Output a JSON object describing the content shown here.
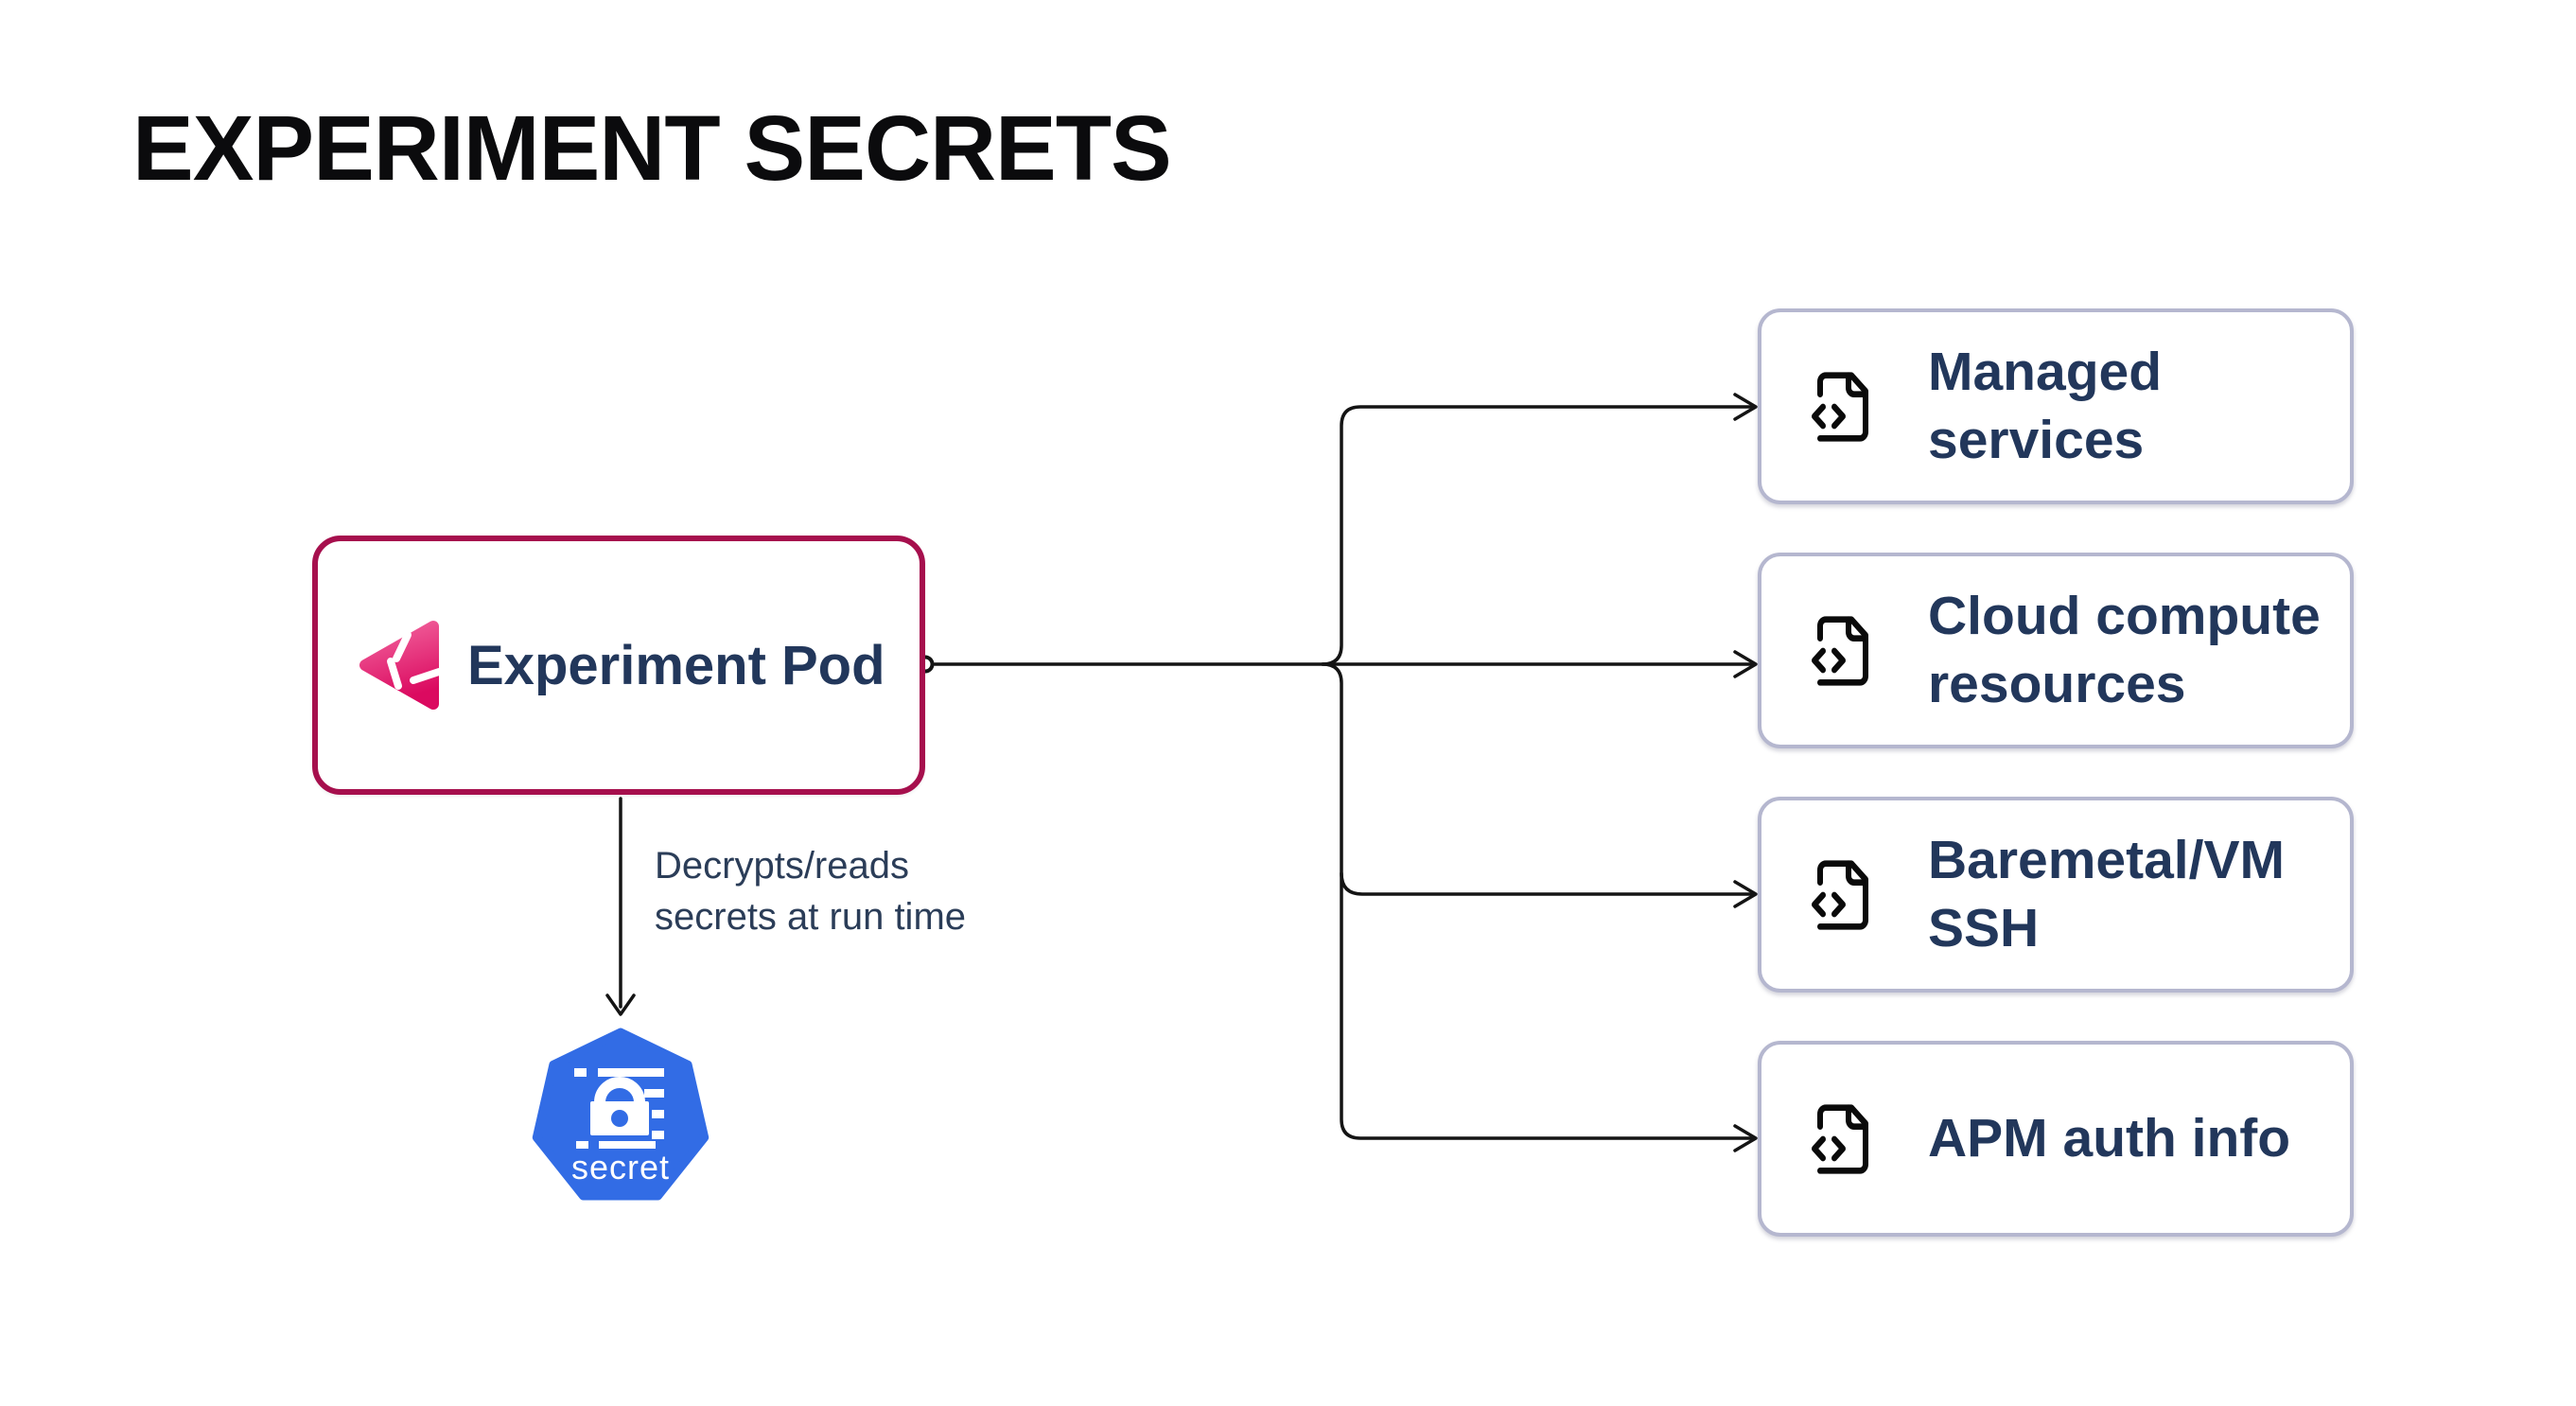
{
  "title": "EXPERIMENT SECRETS",
  "pod": {
    "label": "Experiment Pod",
    "icon": "litmus-experiment-icon"
  },
  "edge": {
    "label_lines": [
      "Decrypts/reads",
      "secrets at run time"
    ]
  },
  "secret_node": {
    "label": "secret",
    "icon": "kubernetes-secret-icon"
  },
  "targets": [
    {
      "icon": "file-code-icon",
      "lines": [
        "Managed",
        "services"
      ]
    },
    {
      "icon": "file-code-icon",
      "lines": [
        "Cloud compute",
        "resources"
      ]
    },
    {
      "icon": "file-code-icon",
      "lines": [
        "Baremetal/VM",
        "SSH"
      ]
    },
    {
      "icon": "file-code-icon",
      "lines": [
        "APM auth info"
      ]
    }
  ],
  "colors": {
    "background": "#ffffff",
    "title_text": "#0b0b0d",
    "node_text": "#22375b",
    "pod_border": "#a60f4d",
    "target_border": "#b5b7cf",
    "connector": "#141414",
    "kubernetes_blue": "#326ce5",
    "litmus_pink_light": "#f2659e",
    "litmus_pink_dark": "#db0a60"
  }
}
